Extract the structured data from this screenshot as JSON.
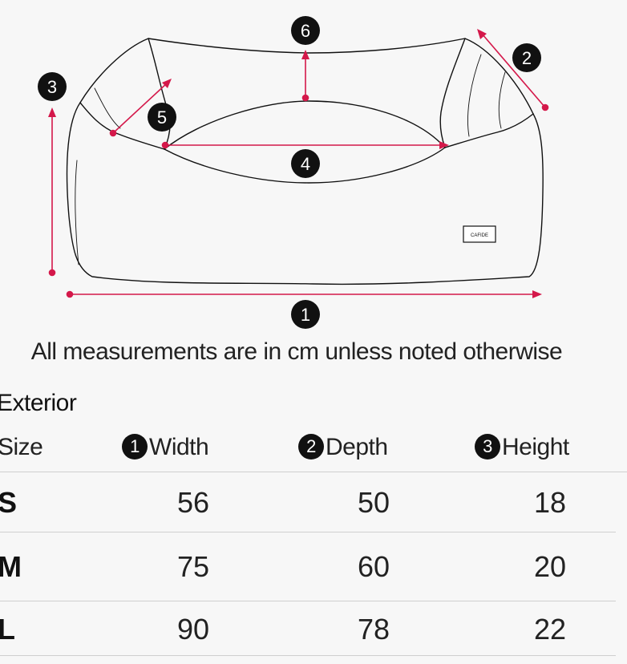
{
  "diagram": {
    "markers": [
      "1",
      "2",
      "3",
      "4",
      "5",
      "6"
    ],
    "tag_label": "CAFIDE",
    "accent_color": "#d4184a"
  },
  "caption": "All measurements are in cm unless noted otherwise",
  "section_title": "Exterior",
  "table": {
    "columns": [
      {
        "label": "Size",
        "marker": ""
      },
      {
        "label": "Width",
        "marker": "1"
      },
      {
        "label": "Depth",
        "marker": "2"
      },
      {
        "label": "Height",
        "marker": "3"
      }
    ],
    "rows": [
      {
        "size": "S",
        "width": "56",
        "depth": "50",
        "height": "18"
      },
      {
        "size": "M",
        "width": "75",
        "depth": "60",
        "height": "20"
      },
      {
        "size": "L",
        "width": "90",
        "depth": "78",
        "height": "22"
      }
    ]
  }
}
